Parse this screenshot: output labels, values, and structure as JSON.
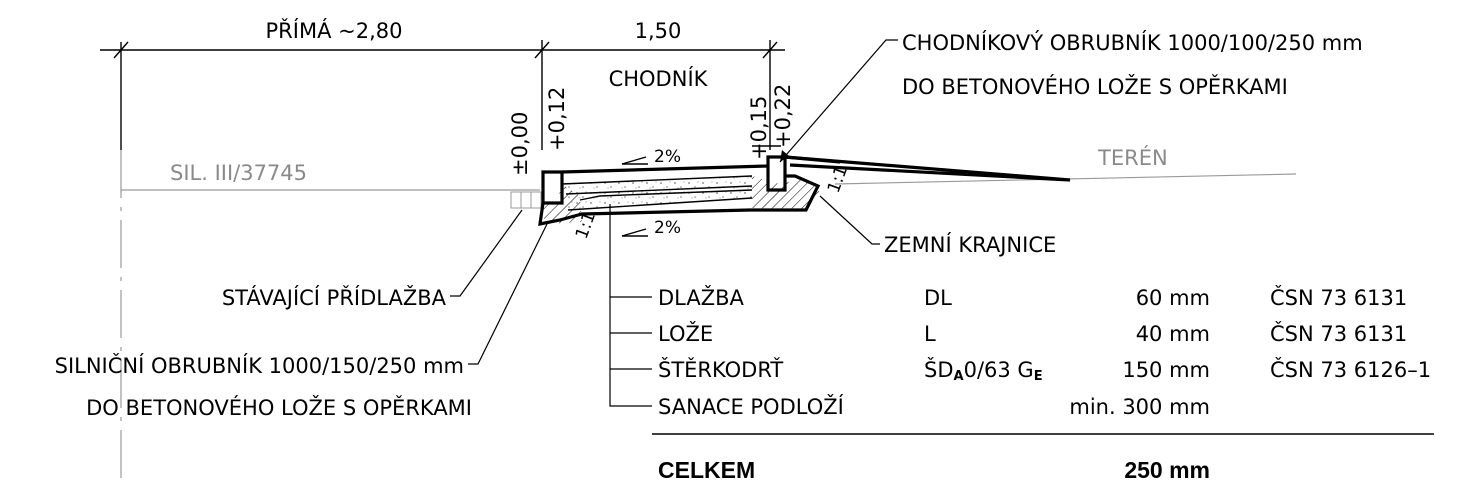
{
  "dimensions": {
    "prima_width": "PŘÍMÁ ~2,80",
    "sidewalk_width": "1,50",
    "sidewalk_label": "CHODNÍK"
  },
  "heights": {
    "h_000": "±0,00",
    "h_012": "+0,12",
    "h_015": "+0,15",
    "h_022": "+0,22"
  },
  "slopes": {
    "top": "2%",
    "bottom": "2%",
    "left_bank": "1:1",
    "right_bank": "1:1"
  },
  "labels": {
    "road": "SIL. III/37745",
    "terrain": "TERÉN",
    "sidewalk_curb_line1": "CHODNÍKOVÝ OBRUBNÍK 1000/100/250 mm",
    "sidewalk_curb_line2": "DO BETONOVÉHO LOŽE S OPĚRKAMI",
    "shoulder": "ZEMNÍ KRAJNICE",
    "existing_paving": "STÁVAJÍCÍ PŘÍDLAŽBA",
    "road_curb_line1": "SILNIČNÍ OBRUBNÍK 1000/150/250 mm",
    "road_curb_line2": "DO BETONOVÉHO LOŽE S OPĚRKAMI"
  },
  "layers": [
    {
      "name": "DLAŽBA",
      "code": "DL",
      "code_sub": "",
      "code_tail": "",
      "thickness": "60 mm",
      "standard": "ČSN 73 6131"
    },
    {
      "name": "LOŽE",
      "code": "L",
      "code_sub": "",
      "code_tail": "",
      "thickness": "40 mm",
      "standard": "ČSN 73 6131"
    },
    {
      "name": "ŠTĚRKODRŤ",
      "code": "ŠD",
      "code_sub": "A",
      "code_tail": "0/63 G",
      "code_sub2": "E",
      "thickness": "150 mm",
      "standard": "ČSN 73 6126–1"
    },
    {
      "name": "SANACE PODLOŽÍ",
      "code": "",
      "code_sub": "",
      "code_tail": "",
      "thickness": "min. 300 mm",
      "standard": ""
    }
  ],
  "total": {
    "label": "CELKEM",
    "value": "250 mm"
  }
}
